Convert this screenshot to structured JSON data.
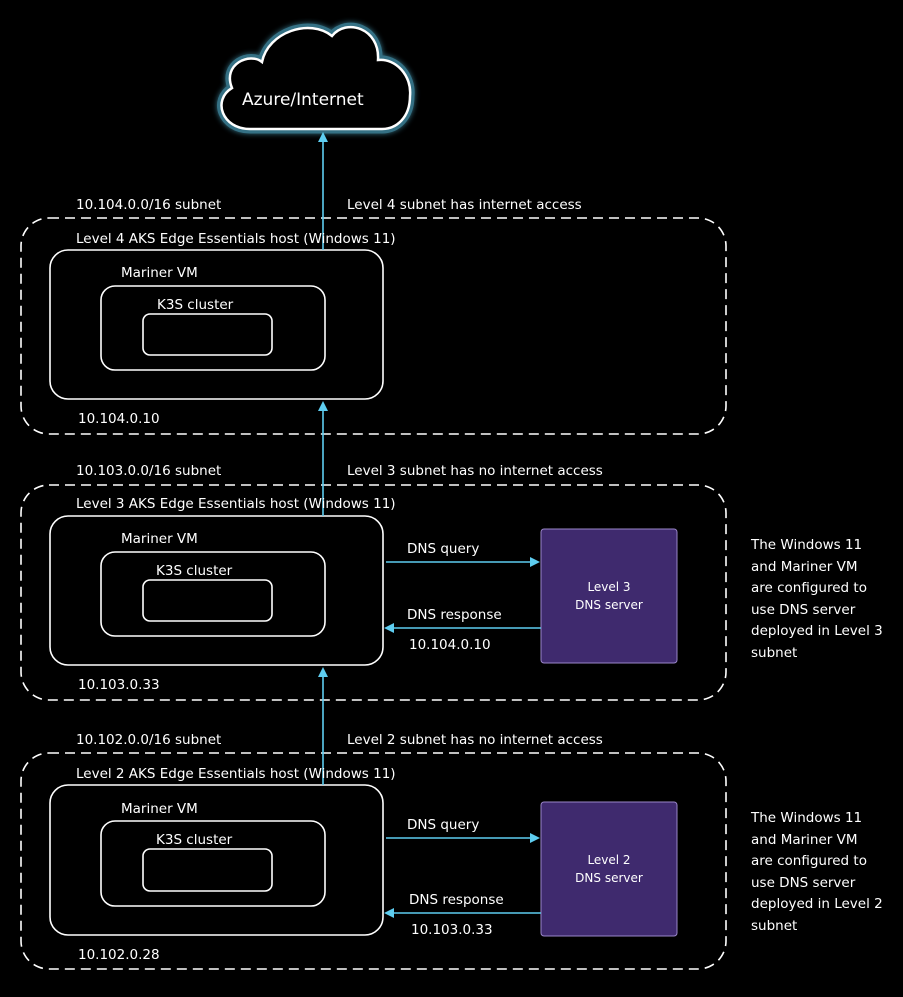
{
  "cloud": {
    "label": "Azure/Internet"
  },
  "levels": [
    {
      "subnet": "10.104.0.0/16 subnet",
      "access": "Level 4 subnet has internet access",
      "host": "Level 4 AKS Edge Essentials host (Windows 11)",
      "vm": "Mariner VM",
      "cluster": "K3S cluster",
      "ip": "10.104.0.10"
    },
    {
      "subnet": "10.103.0.0/16 subnet",
      "access": "Level 3 subnet has no internet access",
      "host": "Level 3 AKS Edge Essentials host (Windows 11)",
      "vm": "Mariner VM",
      "cluster": "K3S cluster",
      "ip": "10.103.0.33",
      "dns_query": "DNS query",
      "dns_response": "DNS response",
      "response_ip": "10.104.0.10",
      "dns_server": "Level 3\nDNS server",
      "note": "The Windows 11\nand Mariner VM\nare configured to\nuse DNS server\ndeployed in Level 3\nsubnet"
    },
    {
      "subnet": "10.102.0.0/16 subnet",
      "access": "Level 2 subnet has no internet access",
      "host": "Level 2 AKS Edge Essentials host (Windows 11)",
      "vm": "Mariner VM",
      "cluster": "K3S cluster",
      "ip": "10.102.0.28",
      "dns_query": "DNS query",
      "dns_response": "DNS response",
      "response_ip": "10.103.0.33",
      "dns_server": "Level 2\nDNS server",
      "note": "The Windows 11\nand Mariner VM\nare configured to\nuse DNS server\ndeployed in Level 2\nsubnet"
    }
  ],
  "colors": {
    "background": "#000000",
    "arrow": "#5ecdf0",
    "cloud_glow": "#5ecdf0",
    "dns_server_fill": "#3f2a6e",
    "box_stroke": "#ffffff"
  }
}
